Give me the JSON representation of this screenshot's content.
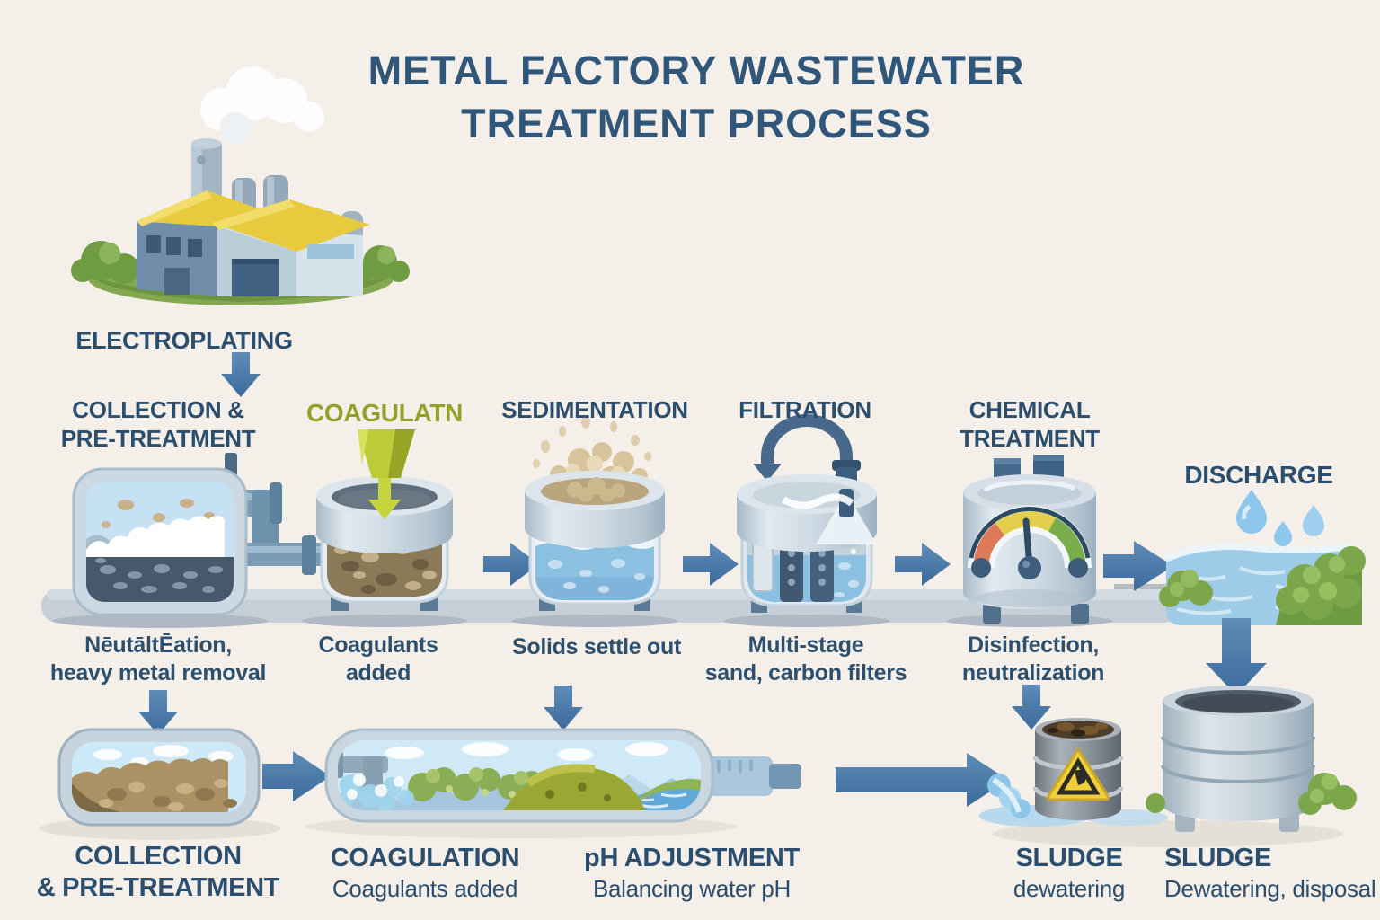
{
  "title": "METAL FACTORY WASTEWATER\nTREATMENT PROCESS",
  "source_label": "ELECTROPLATING",
  "stages_top": [
    {
      "label": "COLLECTION &\nPRE-TREATMENT",
      "caption": "NēutāltĒation,\nheavy metal removal"
    },
    {
      "label": "COAGULATN",
      "caption": "Coagulants\nadded"
    },
    {
      "label": "SEDIMENTATION",
      "caption": "Solids settle out"
    },
    {
      "label": "FILTRATION",
      "caption": "Multi-stage\nsand, carbon filters"
    },
    {
      "label": "CHEMICAL\nTREATMENT",
      "caption": "Disinfection,\nneutralization"
    },
    {
      "label": "DISCHARGE"
    }
  ],
  "stages_bottom": [
    {
      "label": "COLLECTION\n& PRE-TREATMENT"
    },
    {
      "label": "COAGULATION",
      "caption": "Coagulants added"
    },
    {
      "label": "pH ADJUSTMENT",
      "caption": "Balancing water pH"
    },
    {
      "label": "SLUDGE",
      "caption": "dewatering"
    },
    {
      "label": "SLUDGE",
      "caption": "Dewatering, disposal"
    }
  ],
  "icons": {
    "funnel": "coagulant-funnel-icon",
    "gauge": "chemical-gauge-icon",
    "hazard": "hazard-triangle-icon",
    "drops": "water-drops-icon"
  },
  "colors": {
    "background": "#f4efe8",
    "heading": "#30577a",
    "label": "#2c4e6e",
    "coagulation_label": "#93a12b",
    "arrow": "#4a7aa6",
    "platform": "#c6cfd8",
    "water": "#8cc0e1",
    "sludge_brown": "#8a7a58",
    "funnel_green": "#bccb37",
    "roof_yellow": "#e8ca3e",
    "gauge_red": "#dd7a57",
    "gauge_yellow": "#e3cf4b",
    "gauge_green": "#79ad4b",
    "hazard_yellow": "#f0ce39"
  }
}
